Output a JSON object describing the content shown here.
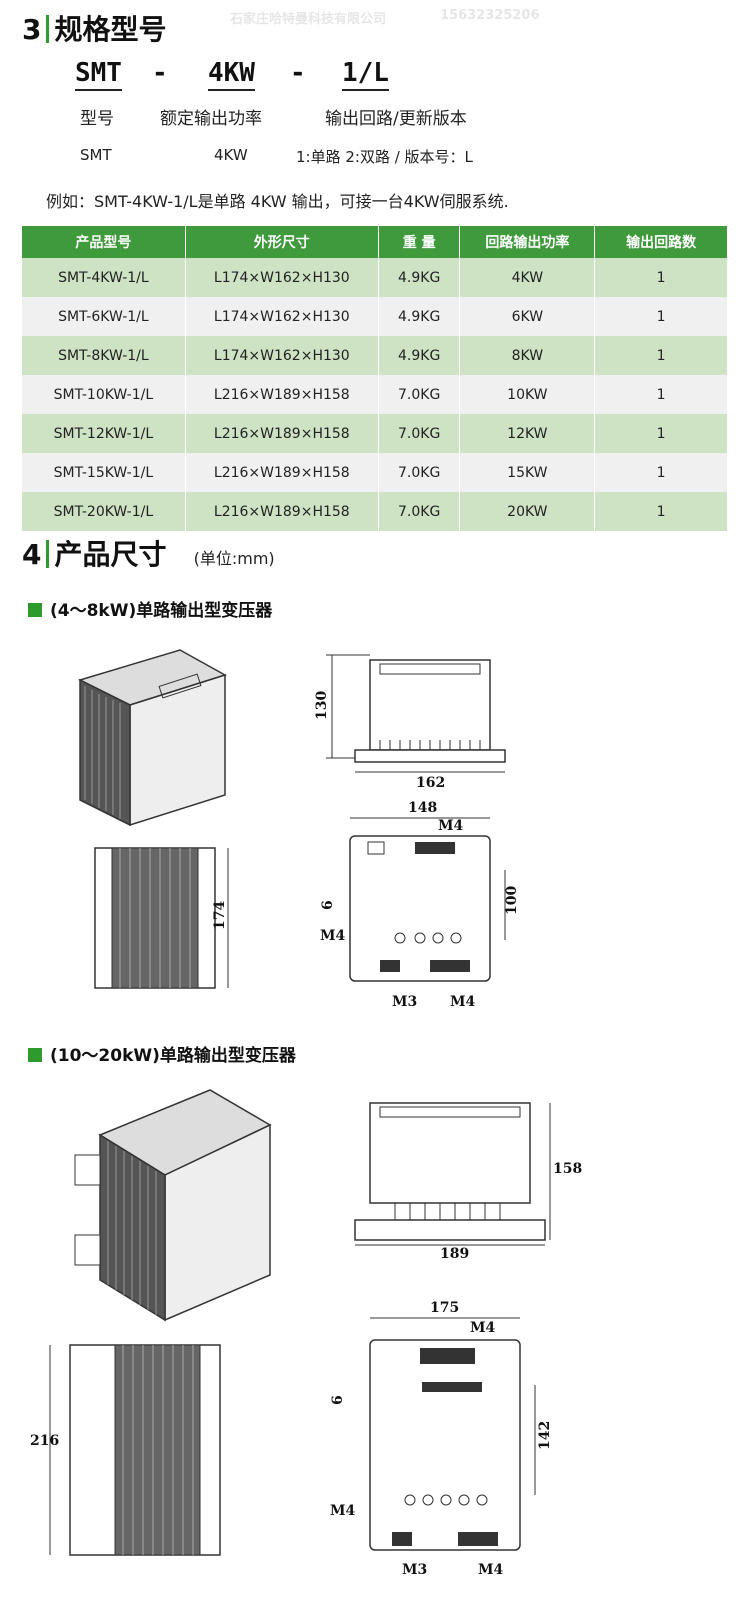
{
  "section3": {
    "num": "3",
    "title": "规格型号"
  },
  "model": {
    "part1": "SMT",
    "dash1": "-",
    "part2": "4KW",
    "dash2": "-",
    "part3": "1/L",
    "label1": "型号",
    "label2": "额定输出功率",
    "label3": "输出回路/更新版本",
    "val1": "SMT",
    "val2": "4KW",
    "val3": "1:单路 2:双路 / 版本号：L",
    "example": "例如：SMT-4KW-1/L是单路 4KW 输出，可接一台4KW伺服系统."
  },
  "table": {
    "headers": [
      "产品型号",
      "外形尺寸",
      "重 量",
      "回路输出功率",
      "输出回路数"
    ],
    "rows": [
      [
        "SMT-4KW-1/L",
        "L174×W162×H130",
        "4.9KG",
        "4KW",
        "1"
      ],
      [
        "SMT-6KW-1/L",
        "L174×W162×H130",
        "4.9KG",
        "6KW",
        "1"
      ],
      [
        "SMT-8KW-1/L",
        "L174×W162×H130",
        "4.9KG",
        "8KW",
        "1"
      ],
      [
        "SMT-10KW-1/L",
        "L216×W189×H158",
        "7.0KG",
        "10KW",
        "1"
      ],
      [
        "SMT-12KW-1/L",
        "L216×W189×H158",
        "7.0KG",
        "12KW",
        "1"
      ],
      [
        "SMT-15KW-1/L",
        "L216×W189×H158",
        "7.0KG",
        "15KW",
        "1"
      ],
      [
        "SMT-20KW-1/L",
        "L216×W189×H158",
        "7.0KG",
        "20KW",
        "1"
      ]
    ]
  },
  "section4": {
    "num": "4",
    "title": "产品尺寸",
    "unit": "(单位:mm)"
  },
  "sub1": {
    "title": "(4～8kW)单路输出型变压器"
  },
  "sub2": {
    "title": "(10～20kW)单路输出型变压器"
  },
  "dims1": {
    "h": "130",
    "w": "162",
    "top": "148",
    "side": "174",
    "hole": "100",
    "six": "6",
    "m4a": "M4",
    "m4b": "M4",
    "m4c": "M4",
    "m3": "M3"
  },
  "dims2": {
    "h": "158",
    "w": "189",
    "top": "175",
    "side": "216",
    "hole": "142",
    "six": "6",
    "m4a": "M4",
    "m4b": "M4",
    "m4c": "M4",
    "m3": "M3"
  },
  "watermark": {
    "company": "石家庄哈特曼科技有限公司",
    "phone": "15632325206"
  }
}
